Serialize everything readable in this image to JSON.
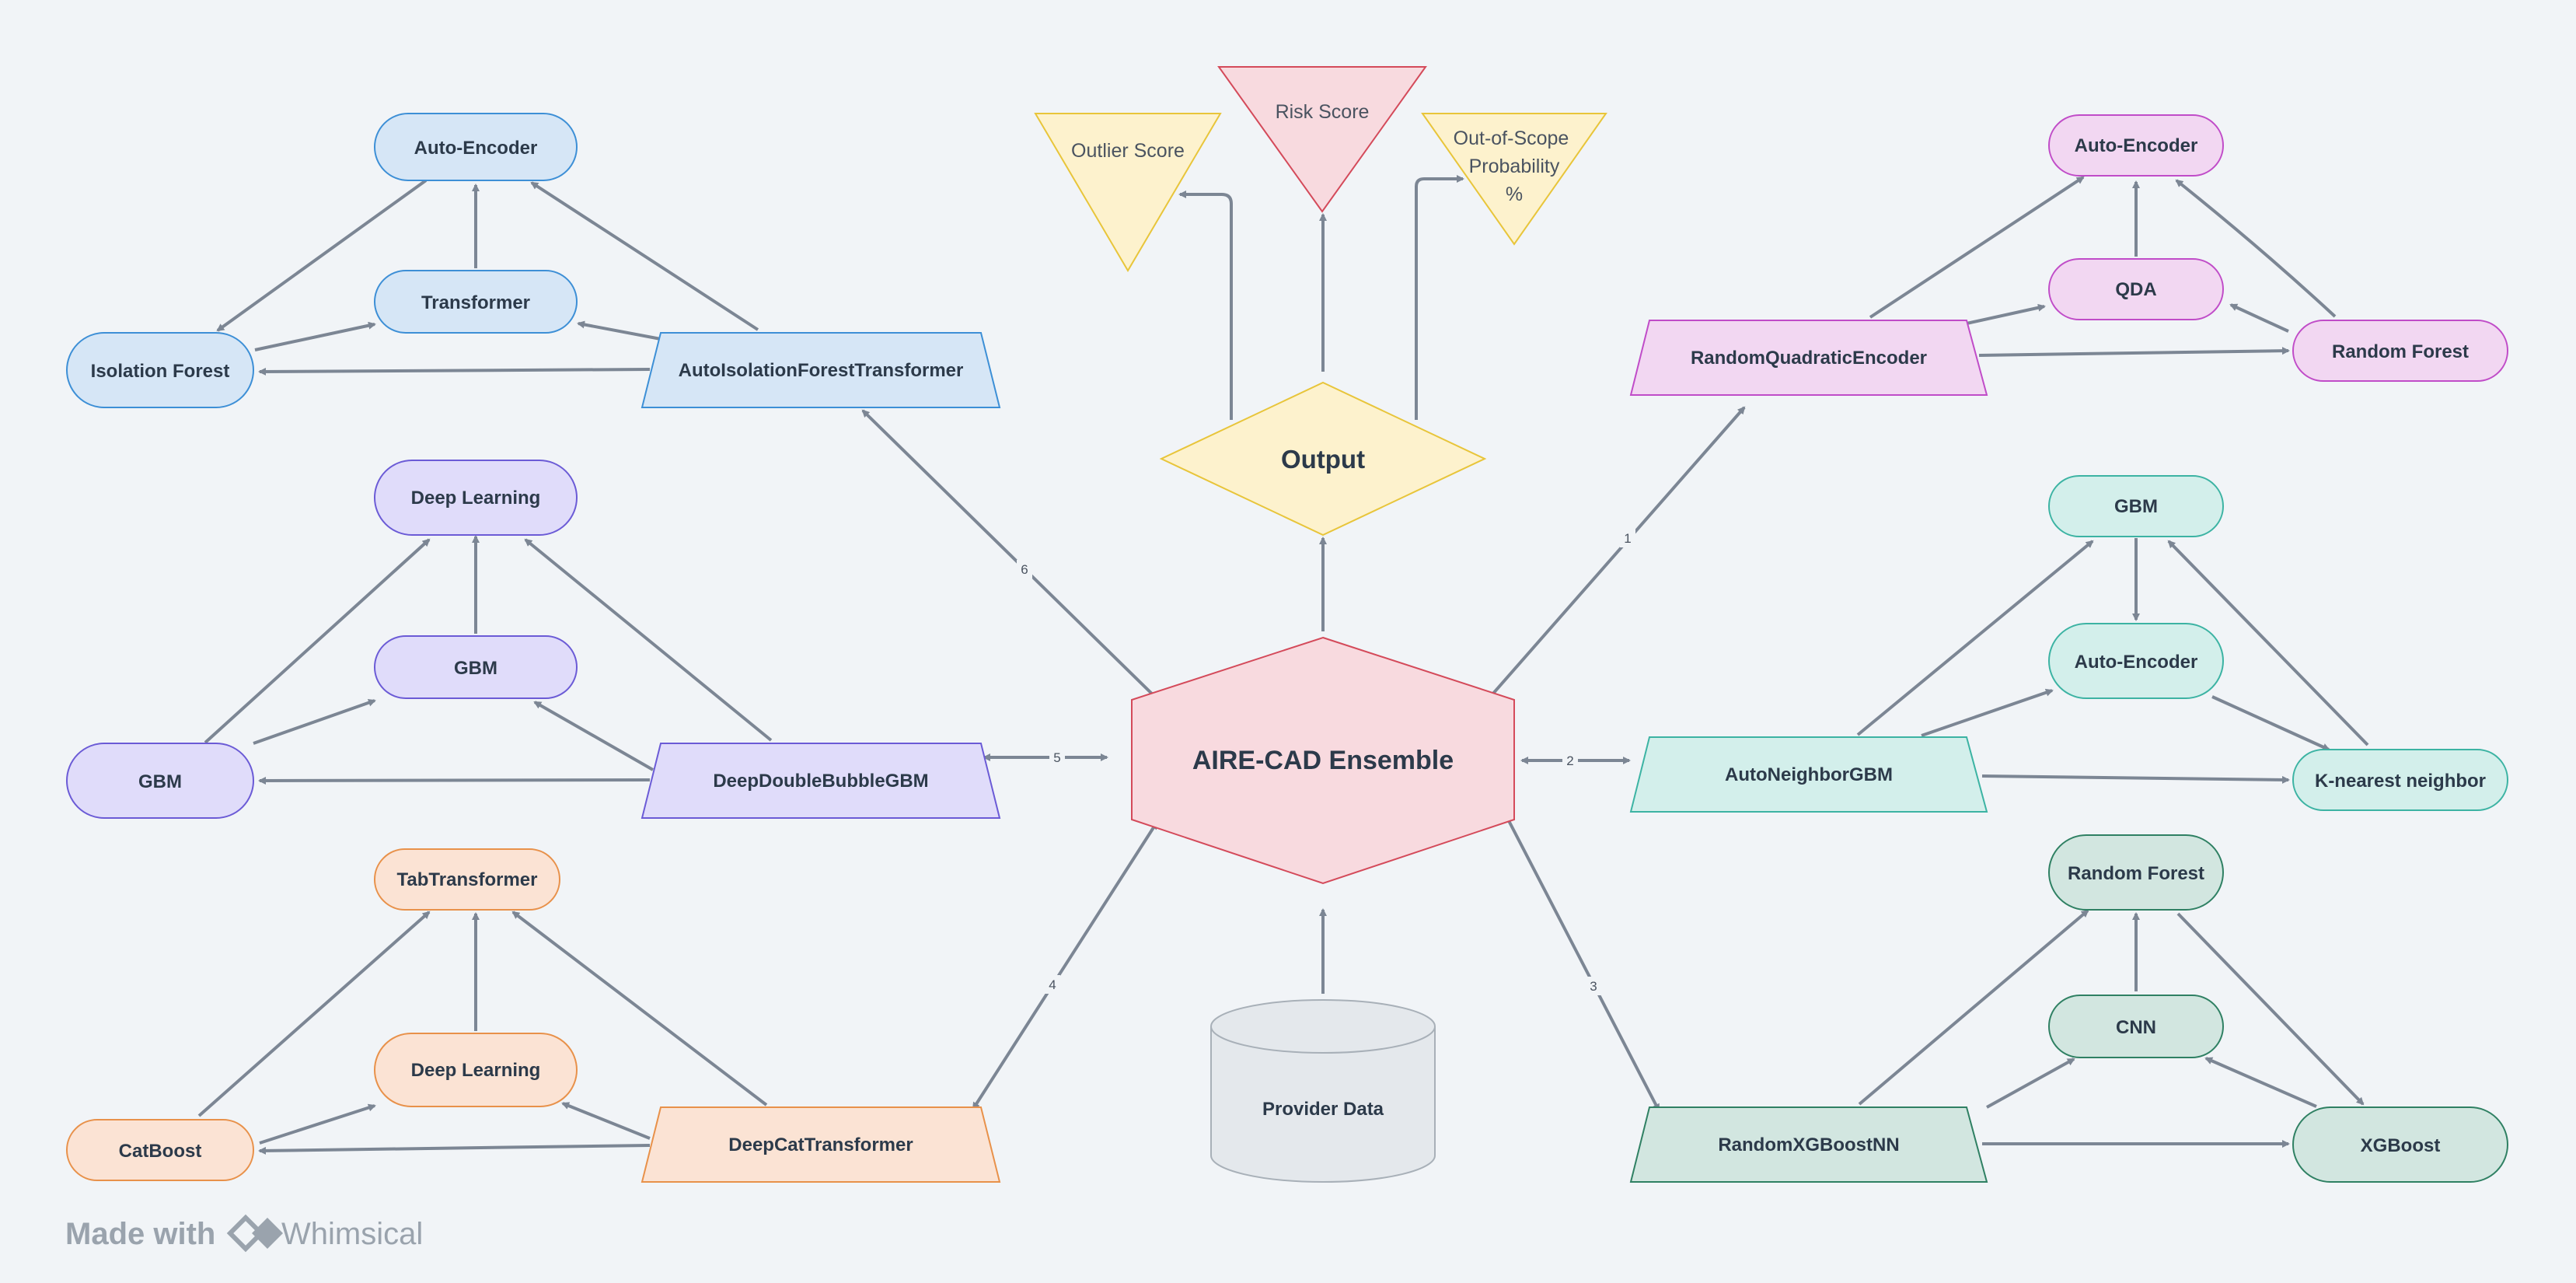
{
  "nodes": {
    "center": "AIRE-CAD Ensemble",
    "output": "Output",
    "provider": "Provider Data",
    "outlier": "Outlier Score",
    "risk": "Risk Score",
    "oos1": "Out-of-Scope",
    "oos2": "Probability",
    "oos3": "%",
    "c1_autoenc": "Auto-Encoder",
    "c1_transformer": "Transformer",
    "c1_iso": "Isolation Forest",
    "c1_main": "AutoIsolationForestTransformer",
    "c2_dl": "Deep Learning",
    "c2_gbm_mid": "GBM",
    "c2_gbm_left": "GBM",
    "c2_main": "DeepDoubleBubbleGBM",
    "c3_tab": "TabTransformer",
    "c3_dl": "Deep Learning",
    "c3_cat": "CatBoost",
    "c3_main": "DeepCatTransformer",
    "c4_autoenc": "Auto-Encoder",
    "c4_qda": "QDA",
    "c4_rf": "Random Forest",
    "c4_main": "RandomQuadraticEncoder",
    "c5_gbm": "GBM",
    "c5_autoenc": "Auto-Encoder",
    "c5_knn": "K-nearest neighbor",
    "c5_main": "AutoNeighborGBM",
    "c6_rf": "Random Forest",
    "c6_cnn": "CNN",
    "c6_xgb": "XGBoost",
    "c6_main": "RandomXGBoostNN"
  },
  "edge_labels": {
    "e1": "1",
    "e2": "2",
    "e3": "3",
    "e4": "4",
    "e5": "5",
    "e6": "6"
  },
  "watermark": {
    "prefix": "Made with",
    "brand": "Whimsical"
  },
  "colors": {
    "blue": "#d6e6f6",
    "blue_stroke": "#3d8fd6",
    "purple": "#e0dcfa",
    "purple_stroke": "#6b5bd6",
    "orange": "#fbe3d4",
    "orange_stroke": "#e8914a",
    "pink": "#f2d7f2",
    "pink_stroke": "#c04cc8",
    "teal": "#d3efeb",
    "teal_stroke": "#3cb3a3",
    "green": "#d2e6e0",
    "green_stroke": "#2f8063",
    "center_fill": "#f8dadf",
    "center_stroke": "#d44a5a",
    "yellow": "#fdf2cd",
    "yellow_stroke": "#e8c53a",
    "gray": "#e4e8ec",
    "gray_stroke": "#a8b0b8"
  }
}
